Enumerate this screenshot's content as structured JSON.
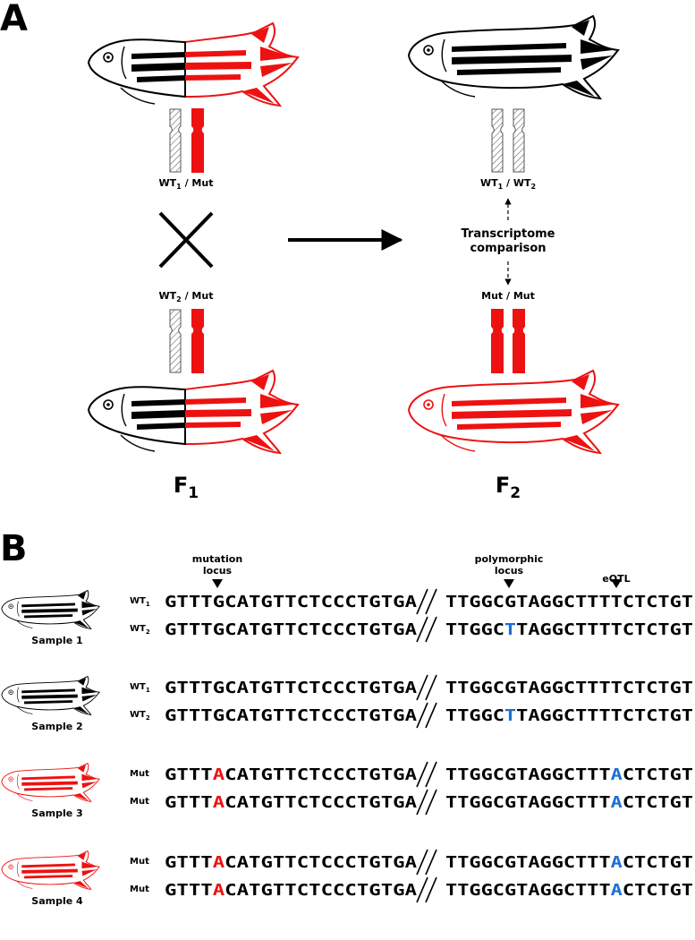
{
  "panel_a": {
    "letter": "A",
    "f1_top": {
      "main": "WT",
      "sub": "1",
      "rest": " / Mut"
    },
    "f1_bottom": {
      "main": "WT",
      "sub": "2",
      "rest": " / Mut"
    },
    "f2_top": {
      "main": "WT",
      "sub": "1",
      "rest": " / WT",
      "sub2": "2"
    },
    "f2_bottom": "Mut / Mut",
    "comparison_line1": "Transcriptome",
    "comparison_line2": "comparison",
    "gen1": {
      "main": "F",
      "sub": "1"
    },
    "gen2": {
      "main": "F",
      "sub": "2"
    }
  },
  "panel_b": {
    "letter": "B",
    "markers": {
      "mutation_line1": "mutation",
      "mutation_line2": "locus",
      "poly_line1": "polymorphic",
      "poly_line2": "locus",
      "eqtl": "eQTL"
    },
    "samples": [
      {
        "name": "Sample 1",
        "mutant": false,
        "rows": [
          {
            "label": "WT",
            "sub": "1",
            "left": [
              "GTTTGCATGTTCTCCCTGTGA",
              "",
              ""
            ],
            "right": [
              "TTGGCGTAGGCTTTTCTCTGT",
              "",
              "",
              "",
              ""
            ]
          },
          {
            "label": "WT",
            "sub": "2",
            "left": [
              "GTTTGCATGTTCTCCCTGTGA",
              "",
              ""
            ],
            "right": [
              "TTGGC",
              "T",
              "TAGGCTTTTCTCTGT",
              "",
              ""
            ]
          }
        ]
      },
      {
        "name": "Sample 2",
        "mutant": false,
        "rows": [
          {
            "label": "WT",
            "sub": "1",
            "left": [
              "GTTTGCATGTTCTCCCTGTGA",
              "",
              ""
            ],
            "right": [
              "TTGGCGTAGGCTTTTCTCTGT",
              "",
              "",
              "",
              ""
            ]
          },
          {
            "label": "WT",
            "sub": "2",
            "left": [
              "GTTTGCATGTTCTCCCTGTGA",
              "",
              ""
            ],
            "right": [
              "TTGGC",
              "T",
              "TAGGCTTTTCTCTGT",
              "",
              ""
            ]
          }
        ]
      },
      {
        "name": "Sample 3",
        "mutant": true,
        "rows": [
          {
            "label": "Mut",
            "sub": "",
            "left": [
              "GTTT",
              "A",
              "CATGTTCTCCCTGTGA"
            ],
            "right": [
              "TTGGCGTAGGCTTT",
              "",
              "",
              "A",
              "CTCTGT"
            ]
          },
          {
            "label": "Mut",
            "sub": "",
            "left": [
              "GTTT",
              "A",
              "CATGTTCTCCCTGTGA"
            ],
            "right": [
              "TTGGCGTAGGCTTT",
              "",
              "",
              "A",
              "CTCTGT"
            ]
          }
        ]
      },
      {
        "name": "Sample 4",
        "mutant": true,
        "rows": [
          {
            "label": "Mut",
            "sub": "",
            "left": [
              "GTTT",
              "A",
              "CATGTTCTCCCTGTGA"
            ],
            "right": [
              "TTGGCGTAGGCTTT",
              "",
              "",
              "A",
              "CTCTGT"
            ]
          },
          {
            "label": "Mut",
            "sub": "",
            "left": [
              "GTTT",
              "A",
              "CATGTTCTCCCTGTGA"
            ],
            "right": [
              "TTGGCGTAGGCTTT",
              "",
              "",
              "A",
              "CTCTGT"
            ]
          }
        ]
      }
    ]
  },
  "colors": {
    "mutant_red": "#ee1111",
    "snp_blue": "#1a6fd6",
    "black": "#000000",
    "hatch": "#666666"
  }
}
